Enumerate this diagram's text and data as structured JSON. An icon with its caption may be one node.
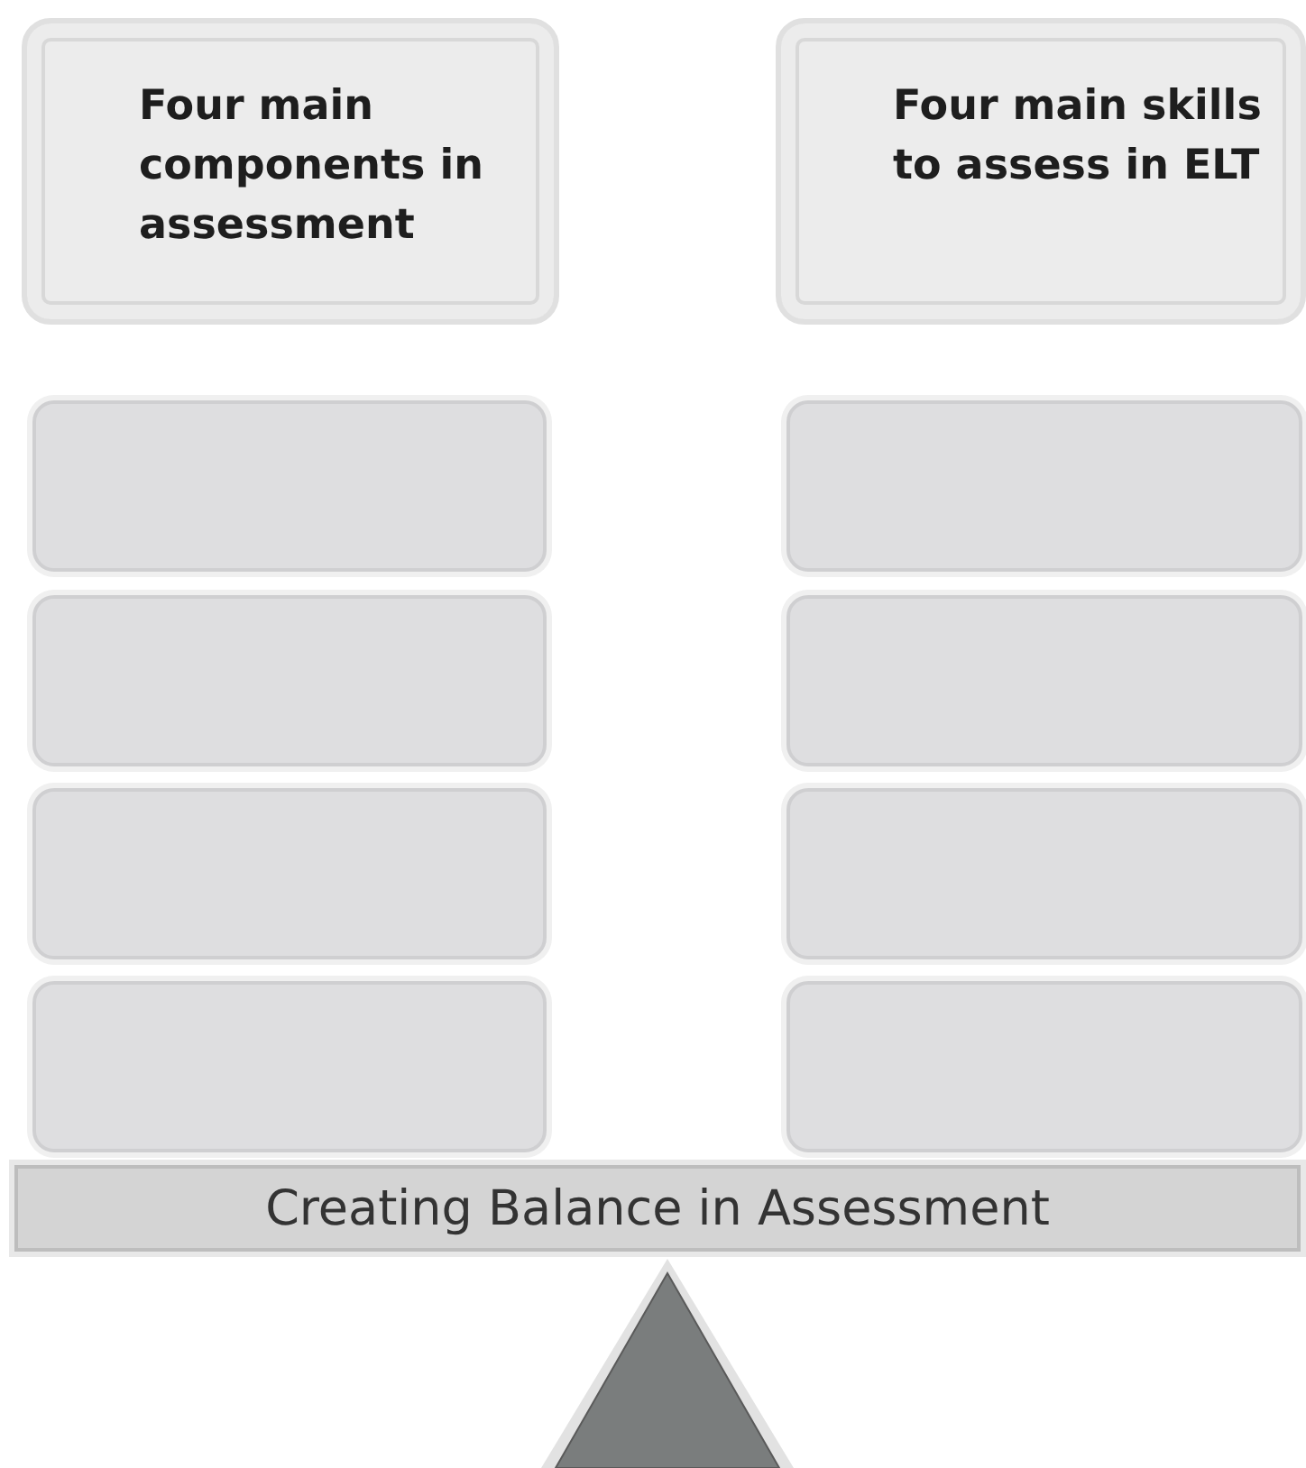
{
  "diagram": {
    "nodes": [
      {
        "text": [
          "Four main components in assessment"
        ]
      },
      {
        "text": [
          "Four main skills to assess in ELT"
        ]
      },
      {
        "text": [],
        "shape": "box"
      },
      {
        "text": [],
        "shape": "box"
      },
      {
        "text": [],
        "shape": "box"
      },
      {
        "text": [],
        "shape": "box"
      },
      {
        "text": [],
        "shape": "box"
      },
      {
        "text": [],
        "shape": "box"
      },
      {
        "text": [],
        "shape": "box"
      },
      {
        "text": [],
        "shape": "box"
      },
      {
        "text": [
          "Creating Balance in Assessment"
        ]
      },
      {
        "text": [],
        "shape": "triangle"
      }
    ]
  }
}
